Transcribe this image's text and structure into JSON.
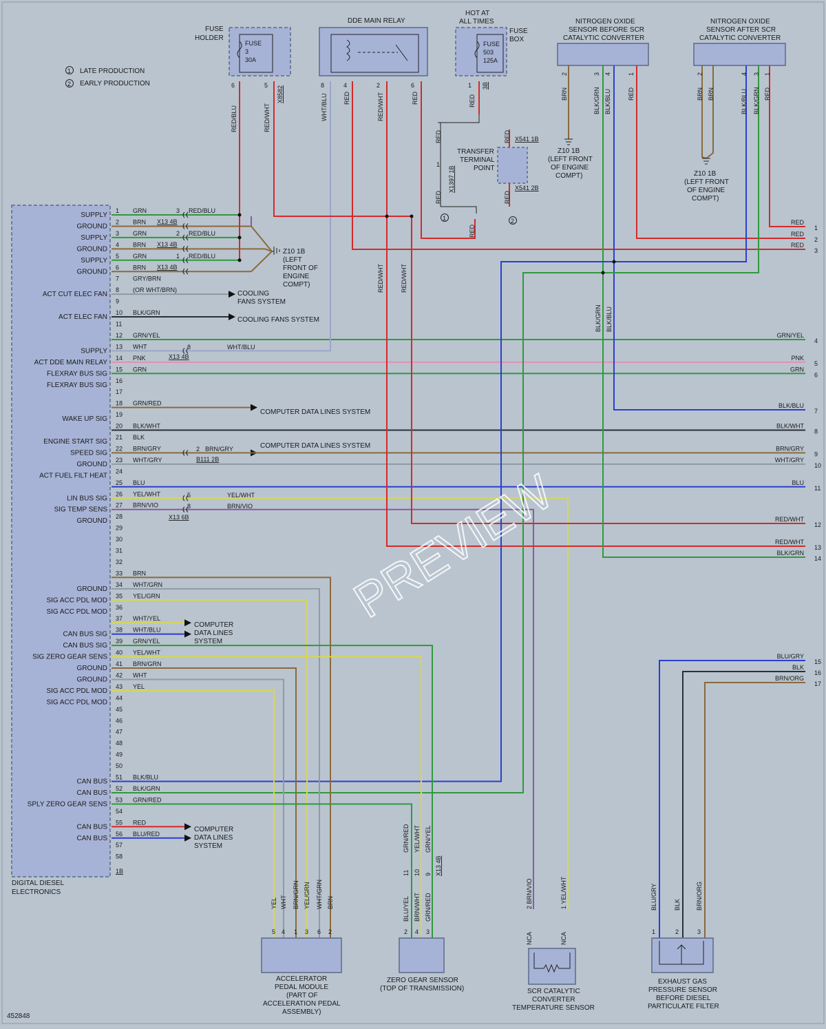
{
  "legend": {
    "items": [
      {
        "num": "1",
        "text": "LATE PRODUCTION"
      },
      {
        "num": "2",
        "text": "EARLY PRODUCTION"
      }
    ]
  },
  "module": {
    "name_lines": [
      "DIGITAL DIESEL",
      "ELECTRONICS"
    ],
    "connector": "1B",
    "pins": [
      {
        "n": "1",
        "func": "SUPPLY",
        "color": "GRN"
      },
      {
        "n": "2",
        "func": "GROUND",
        "color": "BRN"
      },
      {
        "n": "3",
        "func": "SUPPLY",
        "color": "GRN"
      },
      {
        "n": "4",
        "func": "GROUND",
        "color": "BRN"
      },
      {
        "n": "5",
        "func": "SUPPLY",
        "color": "GRN"
      },
      {
        "n": "6",
        "func": "GROUND",
        "color": "BRN"
      },
      {
        "n": "7",
        "func": "",
        "color": "GRY/BRN"
      },
      {
        "n": "8",
        "func": "ACT CUT ELEC FAN",
        "color": "(OR WHT/BRN)"
      },
      {
        "n": "9",
        "func": "",
        "color": ""
      },
      {
        "n": "10",
        "func": "ACT ELEC FAN",
        "color": "BLK/GRN"
      },
      {
        "n": "11",
        "func": "",
        "color": ""
      },
      {
        "n": "12",
        "func": "",
        "color": "GRN/YEL"
      },
      {
        "n": "13",
        "func": "SUPPLY",
        "color": "WHT"
      },
      {
        "n": "14",
        "func": "ACT DDE MAIN RELAY",
        "color": "PNK"
      },
      {
        "n": "15",
        "func": "FLEXRAY BUS SIG",
        "color": "GRN"
      },
      {
        "n": "16",
        "func": "FLEXRAY BUS SIG",
        "color": ""
      },
      {
        "n": "17",
        "func": "",
        "color": ""
      },
      {
        "n": "18",
        "func": "",
        "color": "GRN/RED"
      },
      {
        "n": "19",
        "func": "WAKE UP SIG",
        "color": ""
      },
      {
        "n": "20",
        "func": "",
        "color": "BLK/WHT"
      },
      {
        "n": "21",
        "func": "ENGINE START SIG",
        "color": "BLK"
      },
      {
        "n": "22",
        "func": "SPEED SIG",
        "color": "BRN/GRY"
      },
      {
        "n": "23",
        "func": "GROUND",
        "color": "WHT/GRY"
      },
      {
        "n": "24",
        "func": "ACT FUEL FILT HEAT",
        "color": ""
      },
      {
        "n": "25",
        "func": "",
        "color": "BLU"
      },
      {
        "n": "26",
        "func": "LIN BUS SIG",
        "color": "YEL/WHT"
      },
      {
        "n": "27",
        "func": "SIG TEMP SENS",
        "color": "BRN/VIO"
      },
      {
        "n": "28",
        "func": "GROUND",
        "color": ""
      },
      {
        "n": "29",
        "func": "",
        "color": ""
      },
      {
        "n": "30",
        "func": "",
        "color": ""
      },
      {
        "n": "31",
        "func": "",
        "color": ""
      },
      {
        "n": "32",
        "func": "",
        "color": ""
      },
      {
        "n": "33",
        "func": "",
        "color": "BRN"
      },
      {
        "n": "34",
        "func": "GROUND",
        "color": "WHT/GRN"
      },
      {
        "n": "35",
        "func": "SIG ACC PDL MOD",
        "color": "YEL/GRN"
      },
      {
        "n": "36",
        "func": "SIG ACC PDL MOD",
        "color": ""
      },
      {
        "n": "37",
        "func": "",
        "color": "WHT/YEL"
      },
      {
        "n": "38",
        "func": "CAN BUS SIG",
        "color": "WHT/BLU"
      },
      {
        "n": "39",
        "func": "CAN BUS SIG",
        "color": "GRN/YEL"
      },
      {
        "n": "40",
        "func": "SIG ZERO GEAR SENS",
        "color": "YEL/WHT"
      },
      {
        "n": "41",
        "func": "GROUND",
        "color": "BRN/GRN"
      },
      {
        "n": "42",
        "func": "GROUND",
        "color": "WHT"
      },
      {
        "n": "43",
        "func": "SIG ACC PDL MOD",
        "color": "YEL"
      },
      {
        "n": "44",
        "func": "SIG ACC PDL MOD",
        "color": ""
      },
      {
        "n": "45",
        "func": "",
        "color": ""
      },
      {
        "n": "46",
        "func": "",
        "color": ""
      },
      {
        "n": "47",
        "func": "",
        "color": ""
      },
      {
        "n": "48",
        "func": "",
        "color": ""
      },
      {
        "n": "49",
        "func": "",
        "color": ""
      },
      {
        "n": "50",
        "func": "",
        "color": ""
      },
      {
        "n": "51",
        "func": "CAN BUS",
        "color": "BLK/BLU"
      },
      {
        "n": "52",
        "func": "CAN BUS",
        "color": "BLK/GRN"
      },
      {
        "n": "53",
        "func": "SPLY ZERO GEAR SENS",
        "color": "GRN/RED"
      },
      {
        "n": "54",
        "func": "",
        "color": ""
      },
      {
        "n": "55",
        "func": "CAN BUS",
        "color": "RED"
      },
      {
        "n": "56",
        "func": "CAN BUS",
        "color": "BLU/RED"
      },
      {
        "n": "57",
        "func": "",
        "color": ""
      },
      {
        "n": "58",
        "func": "",
        "color": ""
      }
    ]
  },
  "top_components": {
    "fuse_holder": {
      "label_lines": [
        "FUSE",
        "HOLDER"
      ],
      "fuse_lines": [
        "FUSE",
        "3",
        "30A"
      ],
      "pins": [
        "6",
        "5"
      ],
      "connector": "X8582",
      "wires": [
        "RED/BLU",
        "RED/WHT"
      ]
    },
    "dde_relay": {
      "label": "DDE MAIN RELAY",
      "pins": [
        "8",
        "4",
        "2",
        "6"
      ],
      "wires": [
        "WHT/BLU",
        "RED",
        "RED/WHT",
        "RED"
      ]
    },
    "fuse_box": {
      "label_lines": [
        "HOT AT",
        "ALL TIMES"
      ],
      "box_lines": [
        "FUSE",
        "BOX"
      ],
      "fuse_lines": [
        "FUSE",
        "503",
        "125A"
      ],
      "pin": "1",
      "connector": "3B",
      "wire": "RED"
    },
    "nox_before": {
      "label_lines": [
        "NITROGEN OXIDE",
        "SENSOR BEFORE SCR",
        "CATALYTIC CONVERTER"
      ],
      "pins": [
        "2",
        "3",
        "4",
        "1"
      ],
      "wires": [
        "BRN",
        "BLK/GRN",
        "BLK/BLU",
        "RED"
      ]
    },
    "nox_after": {
      "label_lines": [
        "NITROGEN OXIDE",
        "SENSOR AFTER SCR",
        "CATALYTIC CONVERTER"
      ],
      "pins": [
        "2",
        "4",
        "3",
        "1"
      ],
      "wires": [
        "BRN",
        "BRN",
        "BLK/BLU",
        "BLK/GRN",
        "RED"
      ]
    },
    "transfer": {
      "label_lines": [
        "TRANSFER",
        "TERMINAL",
        "POINT"
      ],
      "conn_top": "X541 1B",
      "conn_bot": "X541 2B",
      "conn_left": "X1397 1B",
      "pin": "1",
      "wire": "RED",
      "marks": [
        "1",
        "2"
      ]
    }
  },
  "grounds": {
    "z10_left": [
      "Z10 1B",
      "(LEFT",
      "FRONT OF",
      "ENGINE",
      "COMPT)"
    ],
    "z10_nox1": [
      "Z10 1B",
      "(LEFT FRONT",
      "OF ENGINE",
      "COMPT)"
    ],
    "z10_nox2": [
      "Z10 1B",
      "(LEFT FRONT",
      "OF ENGINE",
      "COMPT)"
    ]
  },
  "connectors": {
    "x134b": "X13 4B",
    "x136b": "X13 6B",
    "b1112b": "B111 2B"
  },
  "arrows": {
    "cooling1": [
      "COOLING",
      "FANS SYSTEM"
    ],
    "cooling2": "COOLING FANS SYSTEM",
    "cdl1": "COMPUTER DATA LINES SYSTEM",
    "cdl2": "COMPUTER DATA LINES SYSTEM",
    "cdl3": [
      "COMPUTER",
      "DATA LINES",
      "SYSTEM"
    ],
    "cdl4": [
      "COMPUTER",
      "DATA LINES",
      "SYSTEM"
    ]
  },
  "right_refs": [
    {
      "n": "1",
      "color": "RED"
    },
    {
      "n": "2",
      "color": "RED"
    },
    {
      "n": "3",
      "color": "RED"
    },
    {
      "n": "4",
      "color": "GRN/YEL"
    },
    {
      "n": "5",
      "color": "PNK"
    },
    {
      "n": "6",
      "color": "GRN"
    },
    {
      "n": "7",
      "color": "BLK/BLU"
    },
    {
      "n": "8",
      "color": "BLK/WHT"
    },
    {
      "n": "9",
      "color": "BRN/GRY"
    },
    {
      "n": "10",
      "color": "WHT/GRY"
    },
    {
      "n": "11",
      "color": "BLU"
    },
    {
      "n": "12",
      "color": "RED/WHT"
    },
    {
      "n": "13",
      "color": "RED/WHT"
    },
    {
      "n": "14",
      "color": "BLK/GRN"
    },
    {
      "n": "15",
      "color": "BLU/GRY"
    },
    {
      "n": "16",
      "color": "BLK"
    },
    {
      "n": "17",
      "color": "BRN/ORG"
    }
  ],
  "mid_labels": {
    "redwht_a": "RED/WHT",
    "redwht_b": "RED/WHT",
    "blkgrn": "BLK/GRN",
    "blkblu": "BLK/BLU",
    "whtblu": "WHT/BLU",
    "yelwht": "YEL/WHT",
    "brnvio": "BRN/VIO",
    "redblu_pins": [
      "3",
      "2",
      "1"
    ],
    "redblu": "RED/BLU",
    "pin8": "8",
    "pin5": "5",
    "pin8b": "8",
    "pin2": "2",
    "brngry": "BRN/GRY"
  },
  "bottom_components": {
    "accel": {
      "label_lines": [
        "ACCELERATOR",
        "PEDAL MODULE",
        "(PART OF",
        "ACCELERATION PEDAL",
        "ASSEMBLY)"
      ],
      "pins": [
        "5",
        "4",
        "1",
        "3",
        "6",
        "2"
      ],
      "wires": [
        "YEL",
        "WHT",
        "BRN/GRN",
        "YEL/GRN",
        "WHT/GRN",
        "BRN"
      ]
    },
    "zero_gear": {
      "label_lines": [
        "ZERO GEAR SENSOR",
        "(TOP OF TRANSMISSION)"
      ],
      "pins": [
        "2",
        "4",
        "3"
      ],
      "wires": [
        "BLU/YEL",
        "BRN/WHT",
        "GRN/RED"
      ],
      "upper_wires": [
        "GRN/RED",
        "YEL/WHT",
        "GRN/YEL"
      ],
      "upper_pins": [
        "11",
        "10",
        "9"
      ],
      "connector": "X13 4B"
    },
    "scr_temp": {
      "label_lines": [
        "SCR CATALYTIC",
        "CONVERTER",
        "TEMPERATURE SENSOR"
      ],
      "pins": [
        "2",
        "1"
      ],
      "wires": [
        "BRN/VIO",
        "YEL/WHT"
      ],
      "nca": "NCA"
    },
    "exhaust": {
      "label_lines": [
        "EXHAUST GAS",
        "PRESSURE SENSOR",
        "BEFORE DIESEL",
        "PARTICULATE FILTER"
      ],
      "pins": [
        "1",
        "2",
        "3"
      ],
      "wires": [
        "BLU/GRY",
        "BLK",
        "BRN/ORG"
      ]
    }
  },
  "footer": {
    "id": "452848"
  },
  "watermark": "PREVIEW",
  "colors": {
    "red": "#d42a2a",
    "green": "#2f9a3a",
    "brown": "#8a6a3a",
    "blue": "#2a3fd0",
    "yellow": "#d8d84a",
    "white": "#e8eef2",
    "pink": "#e090b0",
    "gray": "#8e9aa6",
    "black": "#2a2f36",
    "violet": "#8a5aa0",
    "box": "#a7b3d6",
    "boxStroke": "#5a6a88"
  }
}
